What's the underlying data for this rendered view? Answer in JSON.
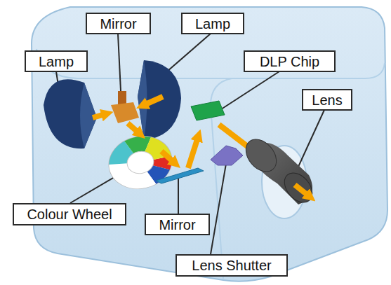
{
  "diagram": {
    "nodes": [
      {
        "text": [
          "Mirror"
        ]
      },
      {
        "text": [
          "Lamp"
        ]
      },
      {
        "text": [
          "Lamp"
        ]
      },
      {
        "text": [
          "DLP Chip"
        ]
      },
      {
        "text": [
          "Lens"
        ]
      },
      {
        "text": [
          "Colour Wheel"
        ]
      },
      {
        "text": [
          "Mirror"
        ]
      },
      {
        "text": [
          "Lens Shutter"
        ]
      }
    ]
  }
}
